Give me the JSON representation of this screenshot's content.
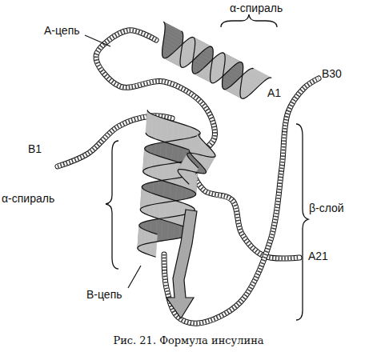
{
  "diagram": {
    "caption": "Рис. 21. Формула инсулина",
    "labels": [
      "α-спираль",
      "А-цепь",
      "А1",
      "В30",
      "В1",
      "α-спираль",
      "β-слой",
      "А21",
      "В-цепь"
    ]
  }
}
